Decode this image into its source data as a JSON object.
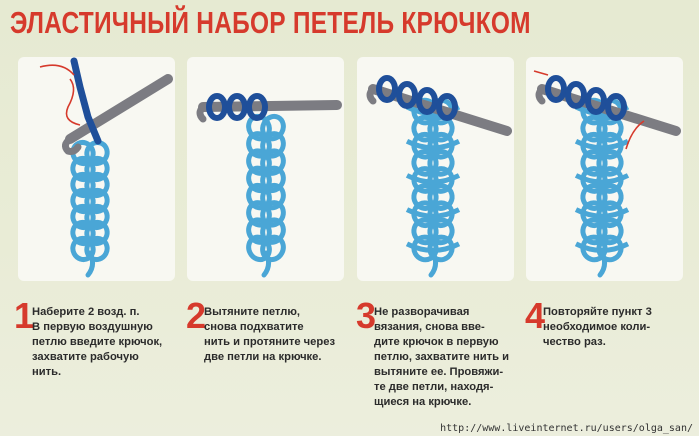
{
  "title": "ЭЛАСТИЧНЫЙ НАБОР ПЕТЕЛЬ КРЮЧКОМ",
  "colors": {
    "accent": "#d63a2c",
    "yarn_light": "#4aa6d6",
    "yarn_dark": "#1f4f9a",
    "hook": "#7c7c82",
    "panel": "#f8f8f2",
    "background": "#e9ecd5"
  },
  "steps": [
    {
      "number": "1",
      "text": "Наберите 2 возд. п.\nВ первую воздушную\nпетлю введите крючок,\nзахватите рабочую\nнить.",
      "icon": "crochet-step-1-illustration"
    },
    {
      "number": "2",
      "text": "Вытяните петлю,\nснова подхватите\nнить и протяните через\nдве петли на крючке.",
      "icon": "crochet-step-2-illustration"
    },
    {
      "number": "3",
      "text": "Не разворачивая\nвязания, снова вве-\nдите крючок в первую\nпетлю, захватите нить и\nвытяните ее. Провяжи-\nте две петли, находя-\nщиеся на крючке.",
      "icon": "crochet-step-3-illustration"
    },
    {
      "number": "4",
      "text": "Повторяйте пункт 3\nнеобходимое коли-\nчество раз.",
      "icon": "crochet-step-4-illustration"
    }
  ],
  "watermark": "http://www.liveinternet.ru/users/olga_san/"
}
